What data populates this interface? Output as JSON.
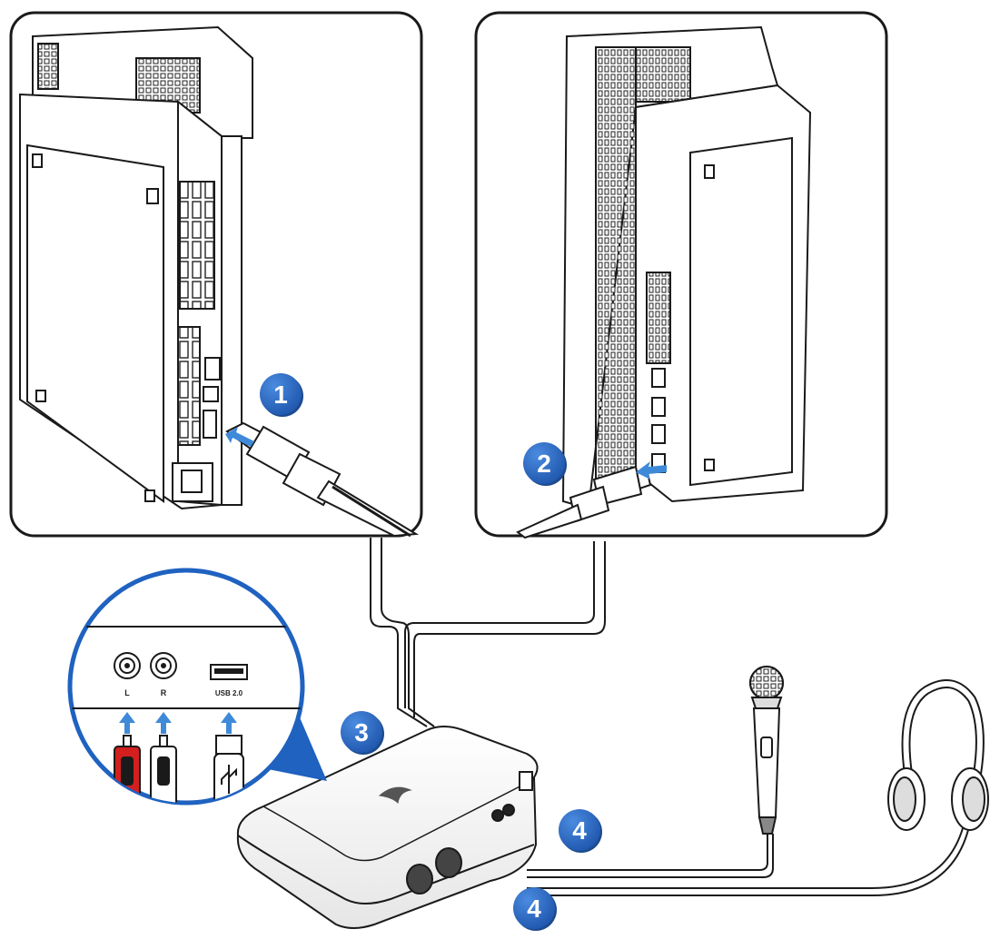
{
  "colors": {
    "step_badge": "#2b6cc4",
    "step_badge_shadow": "#1c4a8c",
    "outline": "#1a1a1a",
    "panel_border": "#222222",
    "arrow": "#3f8ad8",
    "callout_fill": "#1f62c0",
    "red_plug": "#d41f1f"
  },
  "steps": [
    {
      "label": "1"
    },
    {
      "label": "2"
    },
    {
      "label": "3"
    },
    {
      "label": "4"
    },
    {
      "label": "4"
    }
  ],
  "ports": {
    "left": "L",
    "right": "R",
    "usb": "USB 2.0"
  },
  "icons": {
    "usb_symbol": "usb-icon",
    "microphone": "microphone-icon",
    "headphones": "headphones-icon",
    "rog_logo": "rog-logo-icon"
  }
}
